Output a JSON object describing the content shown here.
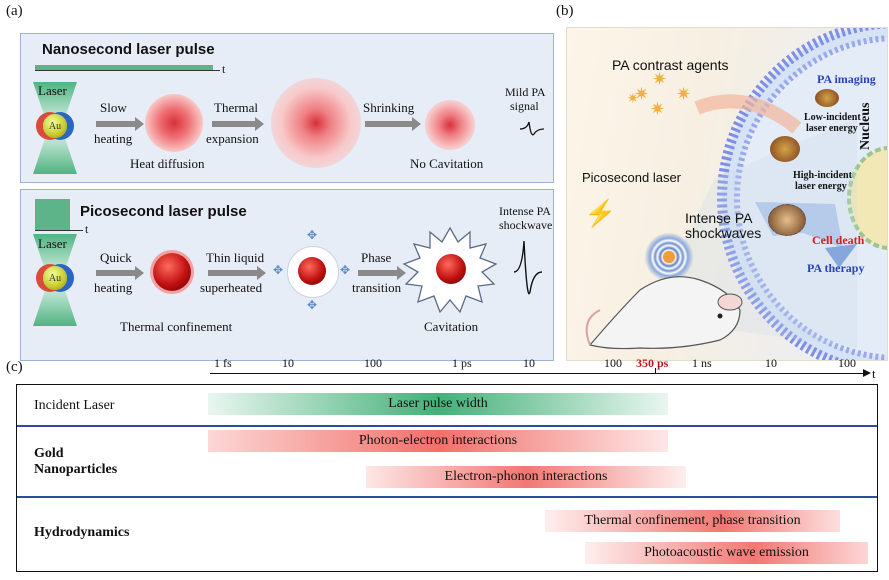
{
  "panel_a": {
    "label": "(a)",
    "nano": {
      "title": "Nanosecond laser pulse",
      "t_label": "t",
      "laser_label": "Laser",
      "np_label": "Au",
      "step1_top": "Slow",
      "step1_bottom": "heating",
      "heat_label": "Heat diffusion",
      "step2_top": "Thermal",
      "step2_bottom": "expansion",
      "step3": "Shrinking",
      "no_cav": "No Cavitation",
      "signal_top": "Mild PA",
      "signal_bottom": "signal"
    },
    "pico": {
      "title": "Picosecond laser pulse",
      "t_label": "t",
      "laser_label": "Laser",
      "np_label": "Au",
      "step1_top": "Quick",
      "step1_bottom": "heating",
      "confine": "Thermal confinement",
      "step2_top": "Thin liquid",
      "step2_bottom": "superheated",
      "step3_top": "Phase",
      "step3_bottom": "transition",
      "cav": "Cavitation",
      "signal_top": "Intense PA",
      "signal_bottom": "shockwave"
    }
  },
  "panel_b": {
    "label": "(b)",
    "agents": "PA contrast agents",
    "pico_laser": "Picosecond laser",
    "shock_top": "Intense PA",
    "shock_bottom": "shockwaves",
    "pa_imaging": "PA imaging",
    "low_top": "Low-incident",
    "low_bottom": "laser energy",
    "high_top": "High-incident",
    "high_bottom": "laser energy",
    "nucleus": "Nucleus",
    "cell_death": "Cell death",
    "pa_therapy": "PA therapy"
  },
  "panel_c": {
    "label": "(c)",
    "axis_t": "t",
    "ticks": [
      "1 fs",
      "10",
      "100",
      "1 ps",
      "10",
      "100",
      "350 ps",
      "1 ns",
      "10",
      "100"
    ],
    "row1": "Incident Laser",
    "row2_line1": "Gold",
    "row2_line2": "Nanoparticles",
    "row3": "Hydrodynamics",
    "bars": {
      "laser": "Laser pulse width",
      "photon": "Photon-electron interactions",
      "phonon": "Electron-phonon interactions",
      "thermal": "Thermal confinement, phase transition",
      "emission": "Photoacoustic wave emission"
    },
    "colors": {
      "green": "#2ea86a",
      "red": "#f0605a",
      "highlight": "#c0141b"
    }
  }
}
